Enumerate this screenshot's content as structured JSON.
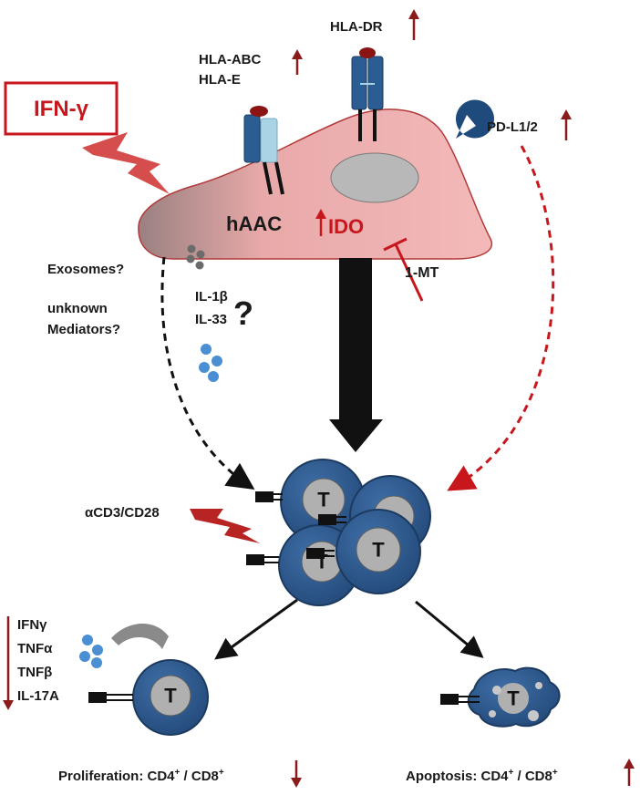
{
  "stimulus": {
    "label": "IFN-γ"
  },
  "cell": {
    "label": "hAAC",
    "enzyme": "IDO"
  },
  "inhibitor": {
    "label": "1-MT"
  },
  "surface_markers": {
    "hla_abc": "HLA-ABC",
    "hla_e": "HLA-E",
    "hla_dr": "HLA-DR",
    "pdl": "PD-L1/2"
  },
  "mediators": {
    "exosomes": "Exosomes?",
    "unknown": "unknown",
    "mediators": "Mediators?",
    "il1b": "IL-1β",
    "il33": "IL-33",
    "question": "?"
  },
  "stimulation": {
    "label": "αCD3/CD28"
  },
  "tcell": {
    "letter": "T"
  },
  "cytokines": [
    "IFNγ",
    "TNFα",
    "TNFβ",
    "IL-17A"
  ],
  "outcomes": {
    "proliferation": {
      "prefix": "Proliferation: CD4",
      "sup": "+",
      "mid": " / CD8",
      "sup2": "+"
    },
    "apoptosis": {
      "prefix": "Apoptosis: CD4",
      "sup": "+",
      "mid": " / CD8",
      "sup2": "+"
    }
  },
  "colors": {
    "accent_red": "#c8161d",
    "arrow_red": "#8b1a1a",
    "tcell_blue": "#2f5d92",
    "tcell_outline": "#1c3a60",
    "nucleus_gray": "#b0b0b0",
    "mhc_blue": "#2b5d93",
    "mhc_light": "#a9d4e6",
    "droplet_blue": "#4a8fd4"
  }
}
